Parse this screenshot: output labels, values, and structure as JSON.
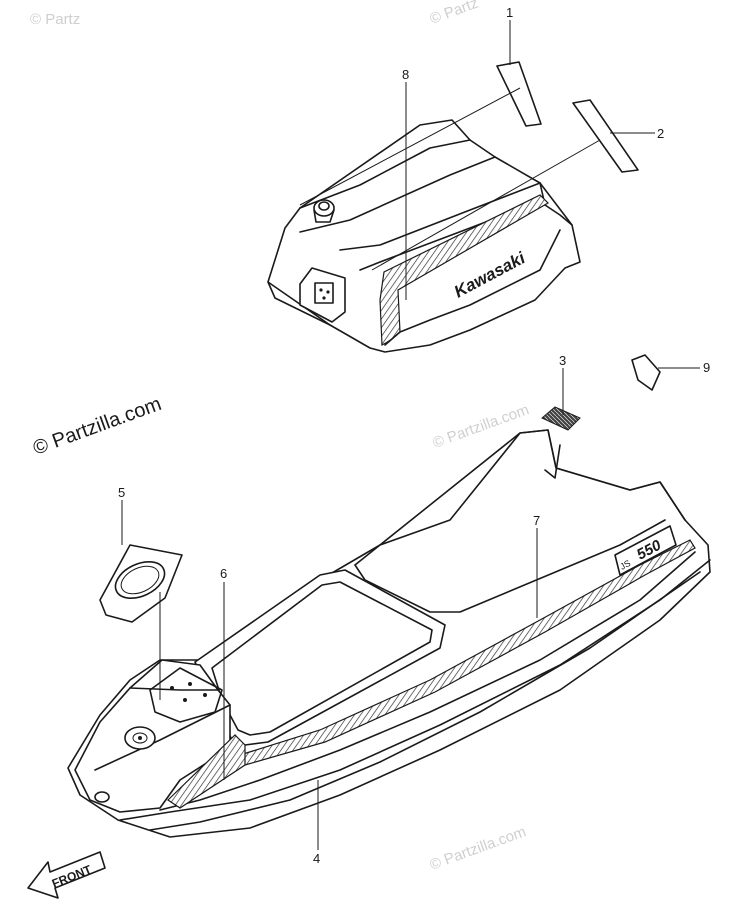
{
  "watermark": {
    "text": "© Partzilla.com",
    "partial_text": "© Partz"
  },
  "decals": {
    "brand_text": "Kawasaki",
    "model_badge_prefix": "JS",
    "model_badge_number": "550"
  },
  "front_arrow_label": "FRONT",
  "callouts": [
    "1",
    "2",
    "3",
    "4",
    "5",
    "6",
    "7",
    "8",
    "9"
  ]
}
